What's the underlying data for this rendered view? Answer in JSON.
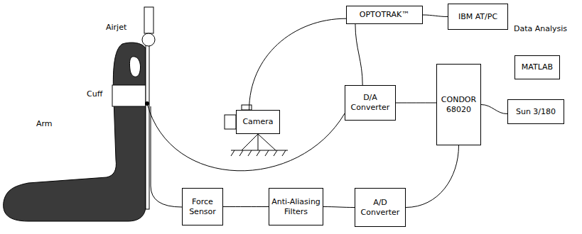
{
  "diagram": {
    "nodes": [
      {
        "text": [
          "OPTOTRAK™"
        ]
      },
      {
        "text": [
          "IBM AT/PC"
        ]
      },
      {
        "text": [
          "MATLAB"
        ]
      },
      {
        "text": [
          "Camera"
        ]
      },
      {
        "text": [
          "D/A Converter"
        ]
      },
      {
        "text": [
          "CONDOR 68020"
        ]
      },
      {
        "text": [
          "Sun 3/180"
        ]
      },
      {
        "text": [
          "Force Sensor"
        ]
      },
      {
        "text": [
          "Anti-Aliasing Filters"
        ]
      },
      {
        "text": [
          "A/D Converter"
        ]
      }
    ],
    "edges": [
      {
        "from": 3,
        "to": 0,
        "arrow": "none"
      },
      {
        "from": 0,
        "to": 1,
        "arrow": "none"
      },
      {
        "from": 0,
        "to": 4,
        "arrow": "none"
      },
      {
        "from": 4,
        "to": 5,
        "arrow": "none"
      },
      {
        "from": 5,
        "to": 6,
        "arrow": "none"
      },
      {
        "from": 7,
        "to": 8,
        "arrow": "none"
      },
      {
        "from": 8,
        "to": 9,
        "arrow": "none"
      },
      {
        "from": 9,
        "to": 5,
        "arrow": "none"
      }
    ],
    "labels": [
      "Airjet",
      "Cuff",
      "Arm",
      "Data Analysis"
    ]
  }
}
